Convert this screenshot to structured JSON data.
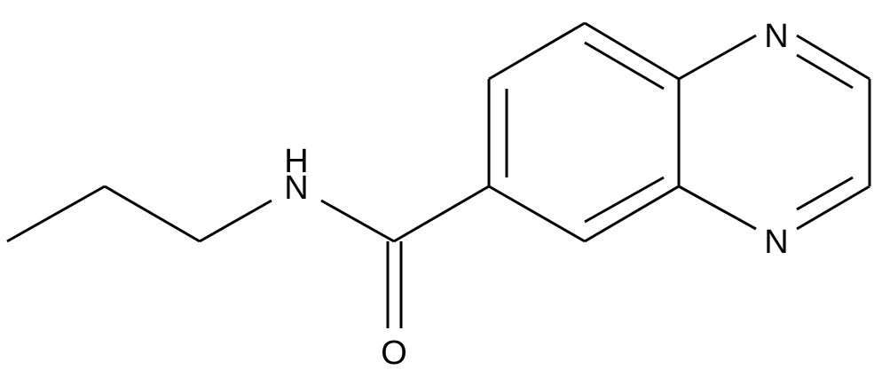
{
  "atoms": {
    "n_top": "N",
    "n_bottom": "N",
    "amide_n": "N",
    "amide_h": "H",
    "carbonyl_o": "O"
  },
  "colors": {
    "bond": "#000000",
    "label": "#000000",
    "background": "#ffffff"
  }
}
